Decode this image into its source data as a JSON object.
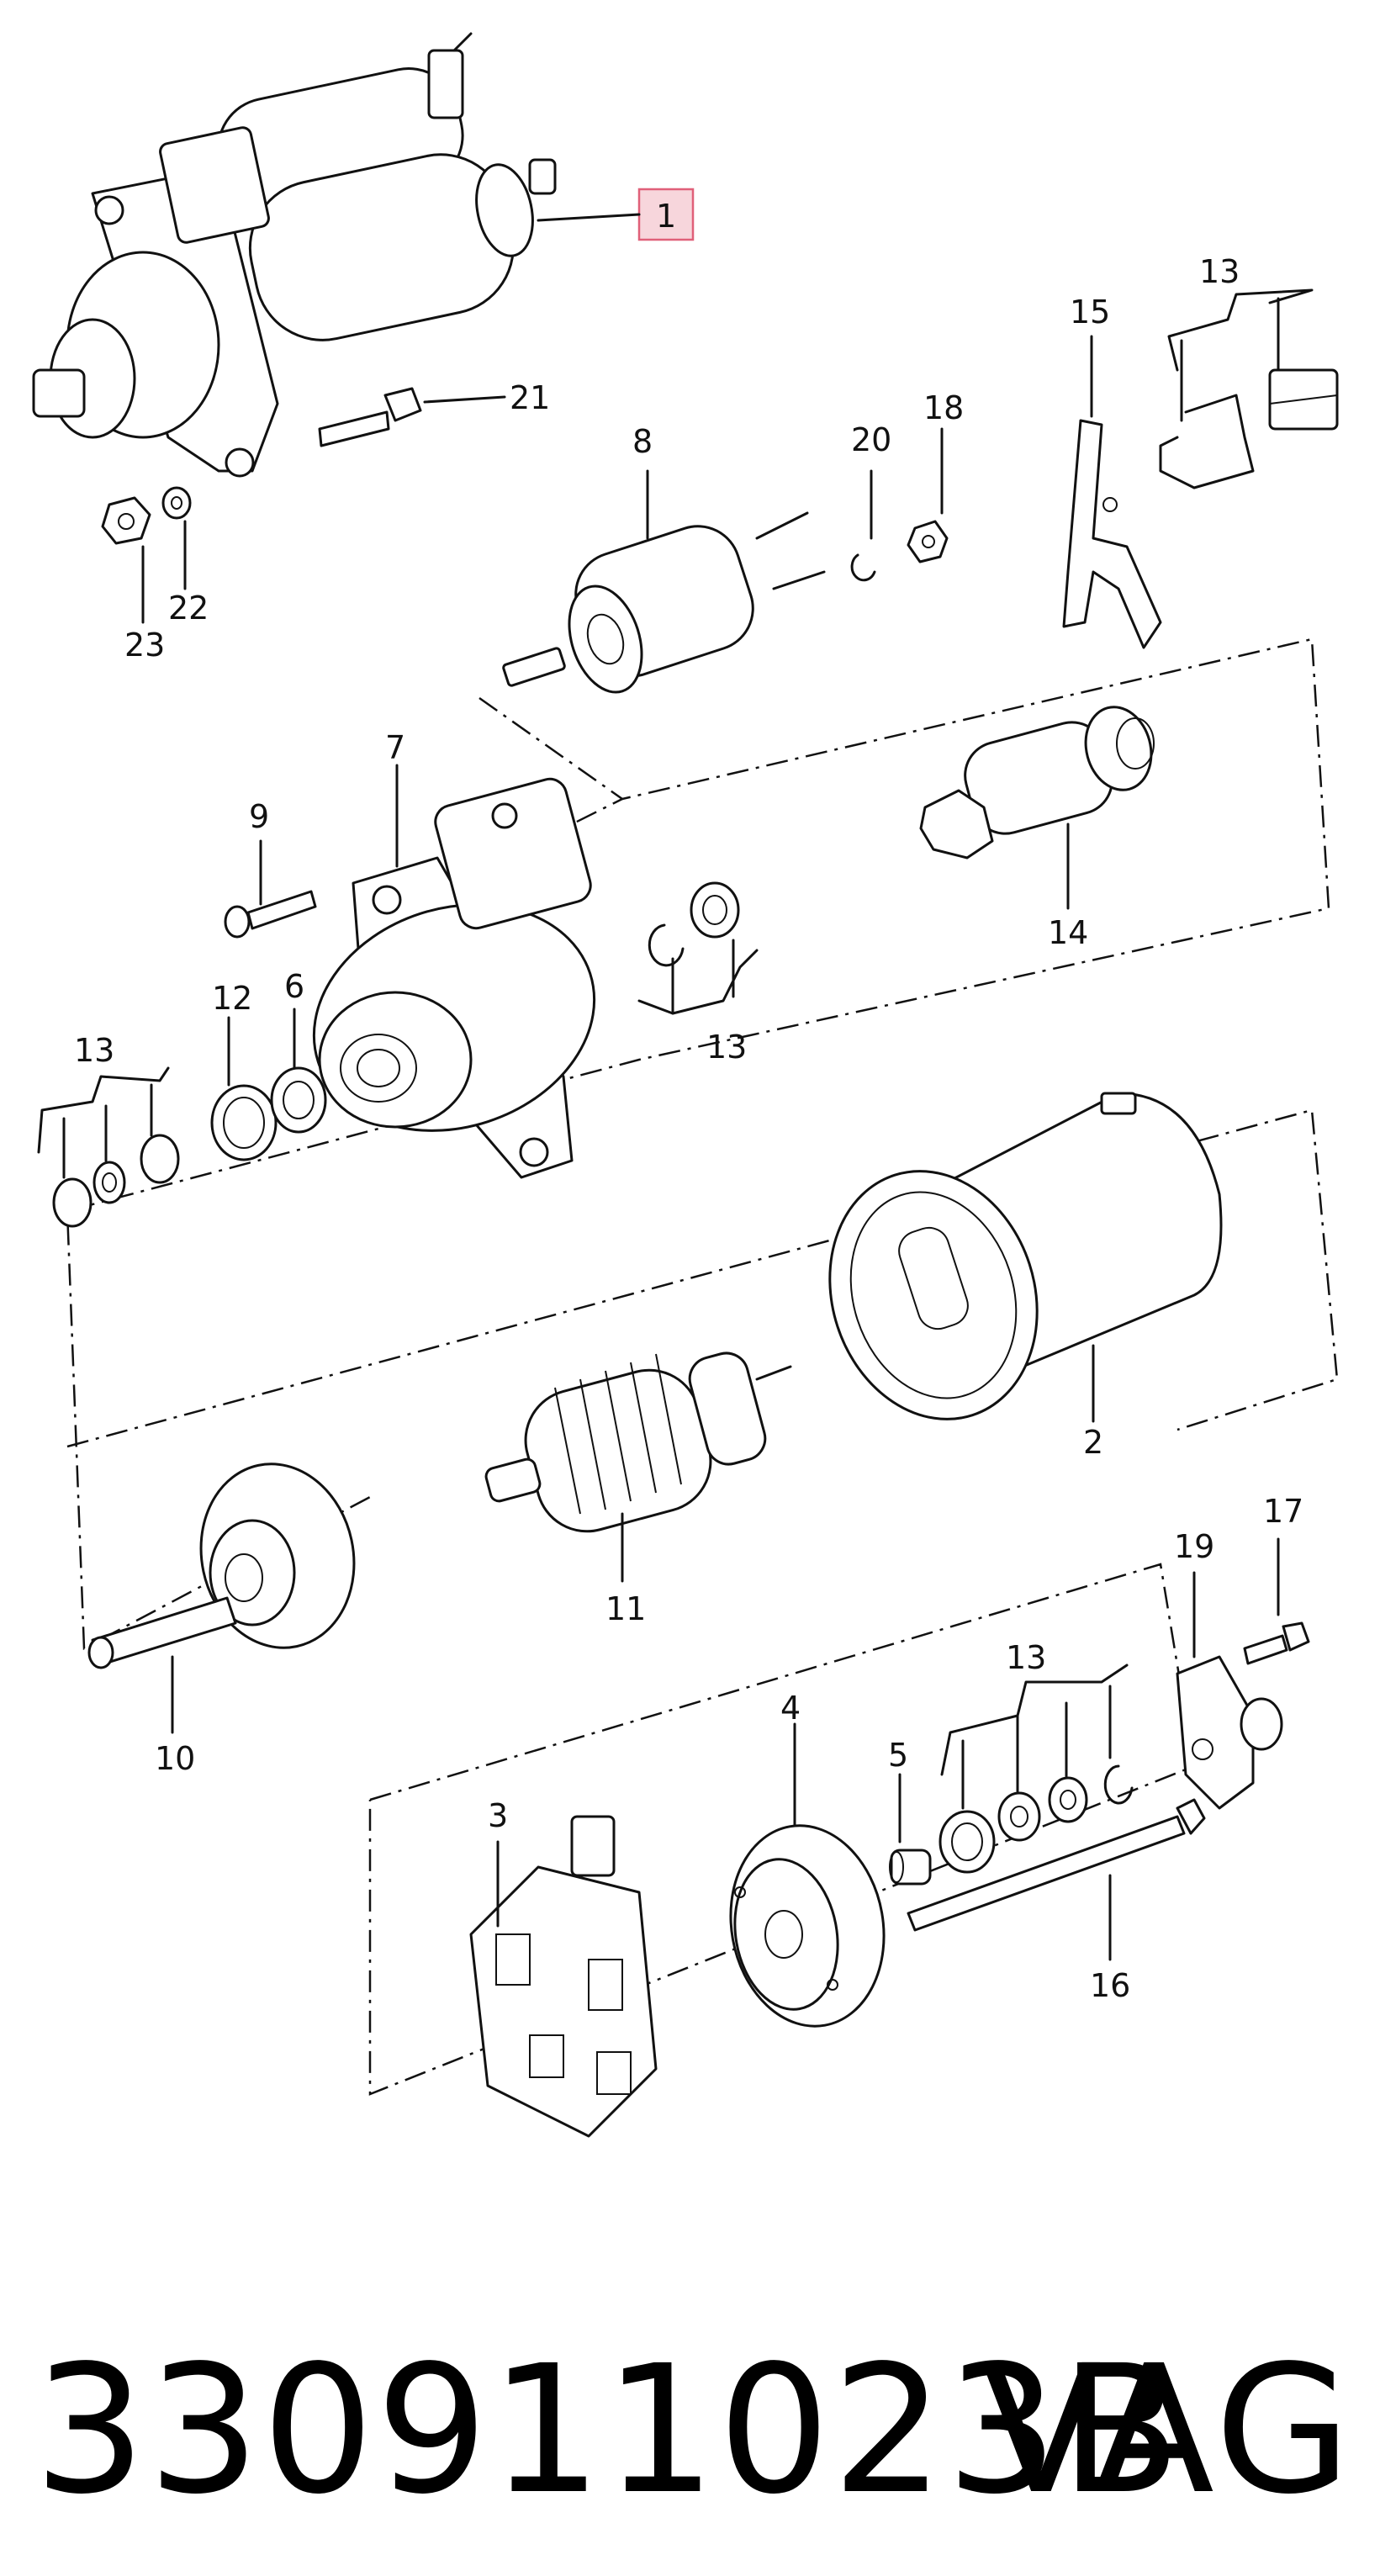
{
  "callouts": {
    "c1": "1",
    "c2": "2",
    "c3": "3",
    "c4": "4",
    "c5": "5",
    "c6": "6",
    "c7": "7",
    "c8": "8",
    "c9": "9",
    "c10": "10",
    "c11": "11",
    "c12": "12",
    "c13a": "13",
    "c13b": "13",
    "c13c": "13",
    "c13d": "13",
    "c14": "14",
    "c15": "15",
    "c16": "16",
    "c17": "17",
    "c18": "18",
    "c19": "19",
    "c20": "20",
    "c21": "21",
    "c22": "22",
    "c23": "23"
  },
  "highlight_color": "#f7d6dc",
  "footer": {
    "part_number": "330911023B",
    "brand": "VAG"
  }
}
